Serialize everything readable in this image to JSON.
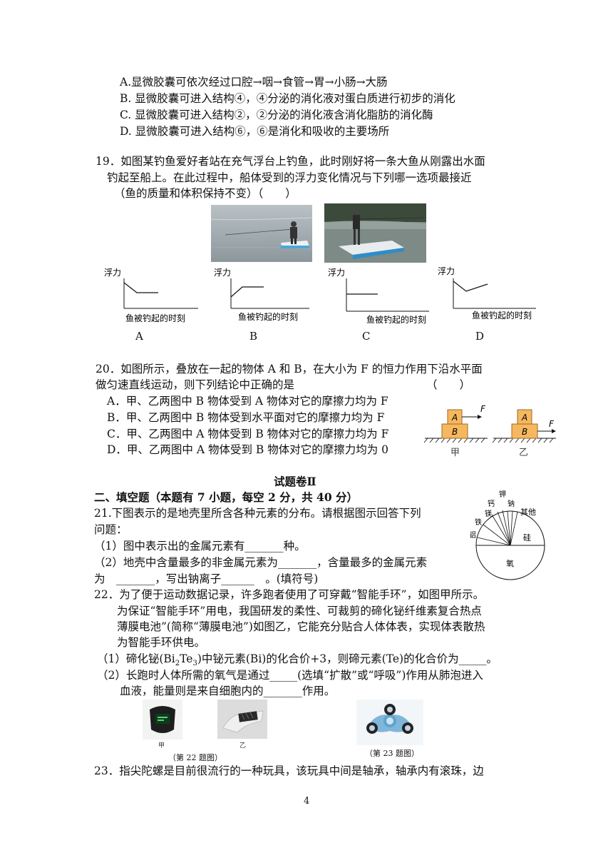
{
  "q18": {
    "options": [
      "A.显微胶囊可依次经过口腔→咽→食管→胃→小肠→大肠",
      "B. 显微胶囊可进入结构④，④分泌的消化液对蛋白质进行初步的消化",
      "C. 显微胶囊可进入结构②，②分泌的消化液含消化脂肪的消化酶",
      "D. 显微胶囊可进入结构⑥，⑥是消化和吸收的主要场所"
    ]
  },
  "q19": {
    "lines": [
      "19．如图某钓鱼爱好者站在充气浮台上钓鱼，此时刚好将一条大鱼从刚露出水面",
      "钓起至船上。在此过程中，船体受到的浮力变化情况与下列哪一选项最接近",
      "（鱼的质量和体积保持不变）（　　）"
    ],
    "graph_ylabel": "浮力",
    "graph_xlabel": "鱼被钓起的时刻",
    "option_letters": [
      "A",
      "B",
      "C",
      "D"
    ]
  },
  "q20": {
    "lines": [
      "20．如图所示，叠放在一起的物体 A 和 B，在大小为 F 的恒力作用下沿水平面",
      "做匀速直线运动，则下列结论中正确的是",
      "（　　）"
    ],
    "options": [
      "A．甲、乙两图中 B 物体受到 A 物体对它的摩擦力均为 F",
      "B．甲、乙两图中 B 物体受到水平面对它的摩擦力均为 F",
      "C．甲、乙两图中 A 物体受到 B 物体对它的摩擦力均为 F",
      "D．甲、乙两图中 A 物体受到 B 物体对它的摩擦力均为 0"
    ],
    "block_a": "A",
    "block_b": "B",
    "force": "F",
    "fig_jia": "甲",
    "fig_yi": "乙"
  },
  "section": {
    "title": "试题卷Ⅱ",
    "heading": "二、填空题（本题有 7 小题，每空  2 分，共 40 分）"
  },
  "q21": {
    "lines": [
      "21.下图表示的是地壳里所含各种元素的分布。请根据图示回答下列",
      "问题：",
      "（1）图中表示出的金属元素有_______种。",
      "（2）地壳中含量最多的非金属元素为_______，含量最多的金属元素",
      "为　_______，写出钠离子______　。(填符号)"
    ],
    "pie_labels": {
      "oxygen": "氧",
      "silicon": "硅",
      "aluminum": "铝",
      "iron": "铁",
      "magnesium": "镁",
      "calcium": "钙",
      "potassium": "钾",
      "sodium": "钠",
      "other": "其他"
    }
  },
  "q22": {
    "lines": [
      "22．为了便于运动数据记录，许多跑者使用了可穿戴“智能手环”，如图甲所示。",
      "为保证“智能手环”用电，我国研发的柔性、可裁剪的碲化铋纤维素复合热点",
      "薄膜电池”(简称“薄膜电池”)如图乙，它能充分贴合人体体表，实现体表散热",
      "为智能手环供电。"
    ],
    "sub1_pre": "（1）碲化铋(Bi",
    "sub1_s1": "2",
    "sub1_mid": "Te",
    "sub1_s2": "3",
    "sub1_post": ")中铋元素(Bi)的化合价+3，则碲元素(Te)的化合价为_____。",
    "sub2_lines": [
      "（2）长跑时人体所需的氧气是通过_____(选填“扩散”或“呼吸”)作用从肺泡进入",
      "血液，能量则是来自细胞内的_______作用。"
    ],
    "img_jia": "甲",
    "img_yi": "乙",
    "caption": "（第 22 题图）"
  },
  "q23": {
    "caption": "（第 23 题图）",
    "line": "23．指尖陀螺是目前很流行的一种玩具，该玩具中间是轴承，轴承内有滚珠，边"
  },
  "page_number": "4"
}
